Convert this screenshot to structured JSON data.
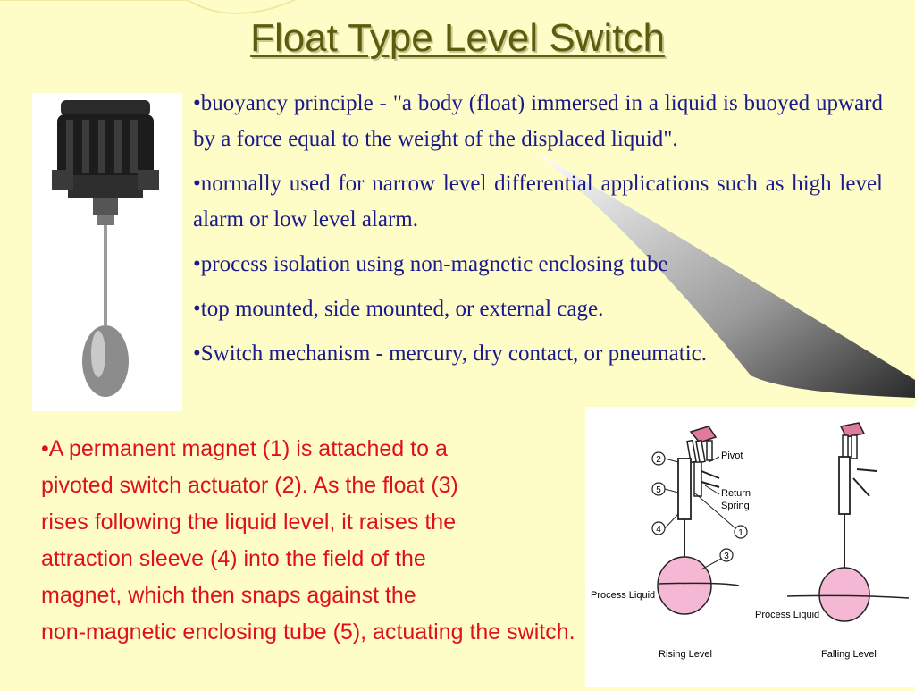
{
  "slide": {
    "title": "Float Type Level Switch",
    "bullets": [
      "buoyancy principle - \"a body (float) immersed in a liquid is buoyed upward by a force equal to the weight of  the displaced liquid\".",
      "normally used for narrow level differential applications such as high level alarm or low level alarm.",
      "process isolation using non-magnetic enclosing tube",
      "top mounted, side mounted, or external cage.",
      "Switch mechanism - mercury, dry contact, or pneumatic."
    ],
    "bullet_glyph": "•",
    "paragraph": "•A permanent magnet (1) is attached to a\npivoted switch actuator (2). As the float (3)\nrises following the liquid level, it raises the\nattraction sleeve (4) into the field of the\nmagnet, which then snaps against the\nnon-magnetic enclosing tube (5), actuating the switch."
  },
  "diagram": {
    "pivot": "Pivot",
    "return_spring_line1": "Return",
    "return_spring_line2": "Spring",
    "process_liquid_left": "Process Liquid",
    "process_liquid_right": "Process Liquid",
    "rising_level": "Rising Level",
    "falling_level": "Falling Level",
    "callouts": [
      "2",
      "5",
      "4",
      "1",
      "3"
    ]
  },
  "colors": {
    "background": "#fefdc8",
    "title": "#5c5c0e",
    "bullet_text": "#1a1a8c",
    "paragraph_text": "#e0101a",
    "float_fill": "#f5b8d4"
  }
}
